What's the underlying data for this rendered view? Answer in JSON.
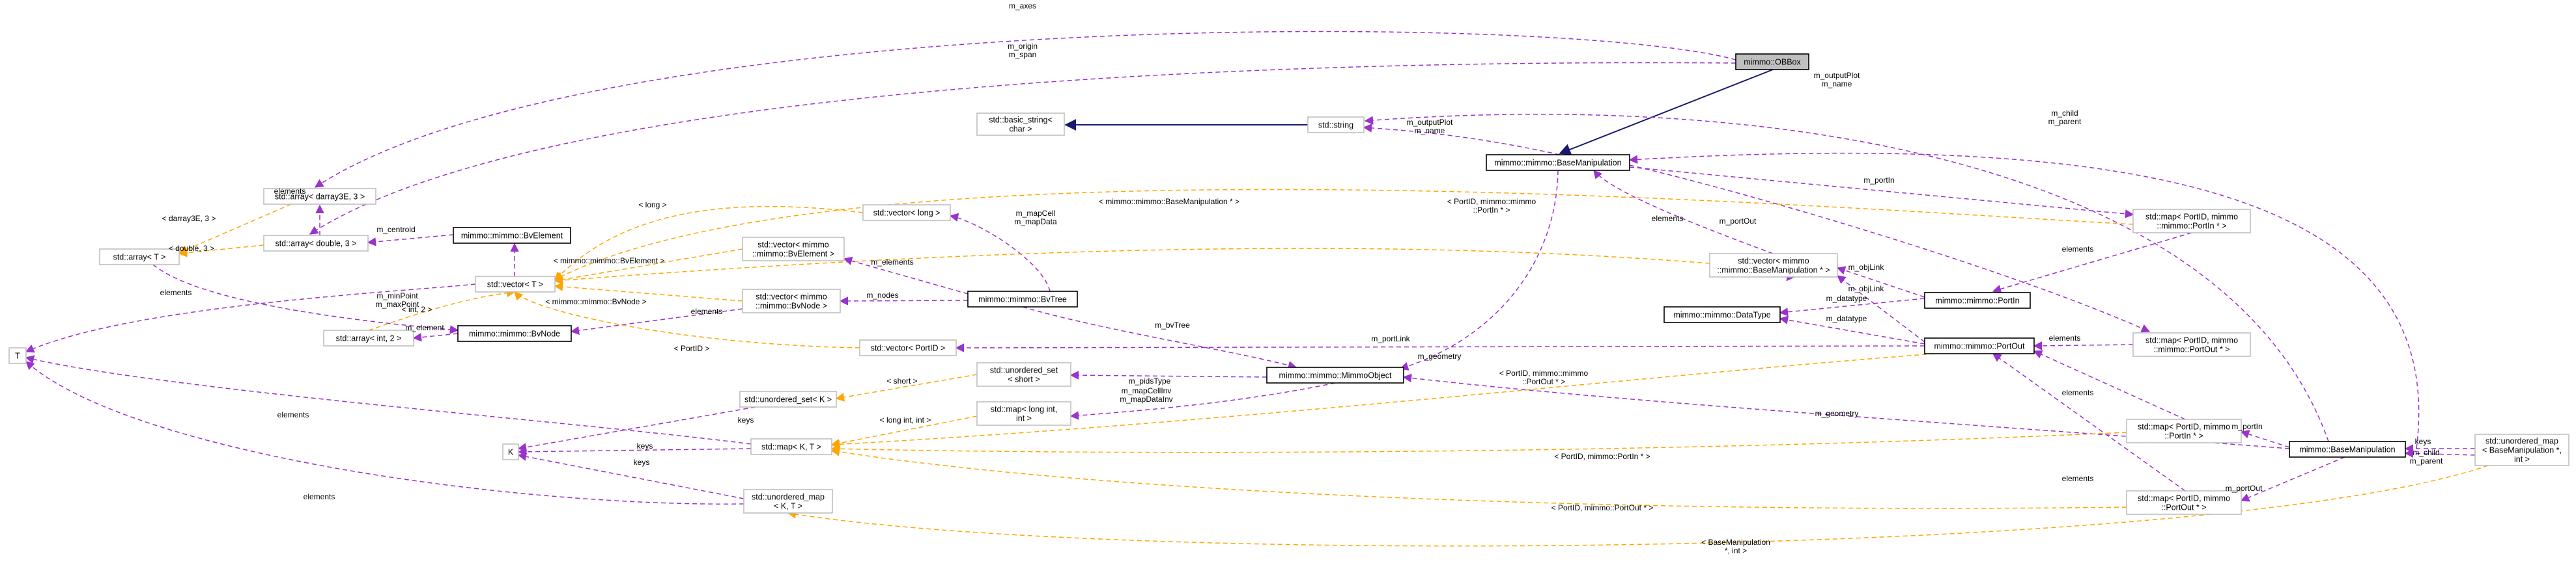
{
  "nodes": {
    "obbox": "mimmo::OBBox",
    "basic_string": [
      "std::basic_string<",
      "char >"
    ],
    "string": "std::string",
    "basemanip": "mimmo::mimmo::BaseManipulation",
    "array_array": "std::array< darray3E, 3 >",
    "array_t": "std::array< T >",
    "array_double": "std::array< double, 3 >",
    "bvelement": "mimmo::mimmo::BvElement",
    "vector_long": "std::vector< long >",
    "vector_bvelement": [
      "std::vector< mimmo",
      "::mimmo::BvElement >"
    ],
    "vector_t": "std::vector< T >",
    "vector_bvnode": [
      "std::vector< mimmo",
      "::mimmo::BvNode >"
    ],
    "bvtree": "mimmo::mimmo::BvTree",
    "array_int": "std::array< int, 2 >",
    "bvnode": "mimmo::mimmo::BvNode",
    "vector_portid": "std::vector< PortID >",
    "t": "T",
    "unordered_set_k": "std::unordered_set< K >",
    "unordered_set_short": [
      "std::unordered_set",
      "< short >"
    ],
    "mimmoobject": "mimmo::mimmo::MimmoObject",
    "map_longint": [
      "std::map< long int,",
      "int >"
    ],
    "k": "K",
    "map_kt": "std::map< K, T >",
    "unordered_map_kt": [
      "std::unordered_map",
      "< K, T >"
    ],
    "map_portin_right": [
      "std::map< PortID, mimmo",
      "::mimmo::PortIn * >"
    ],
    "vector_basemanip": [
      "std::vector< mimmo",
      "::mimmo::BaseManipulation * >"
    ],
    "portin_mm": "mimmo::mimmo::PortIn",
    "datatype": "mimmo::mimmo::DataType",
    "portout_mm": "mimmo::mimmo::PortOut",
    "map_portout_right": [
      "std::map< PortID, mimmo",
      "::mimmo::PortOut * >"
    ],
    "map_portin_low": [
      "std::map< PortID, mimmo",
      "::PortIn * >"
    ],
    "basemanip_short": "mimmo::BaseManipulation",
    "map_portout_low": [
      "std::map< PortID, mimmo",
      "::PortOut * >"
    ],
    "unordered_map_bm": [
      "std::unordered_map",
      "< BaseManipulation *,",
      "int >"
    ]
  },
  "edges": {
    "m_axes": "m_axes",
    "m_origin_span": [
      "m_origin",
      "m_span"
    ],
    "m_outputPlot_name_top": [
      "m_outputPlot",
      "m_name"
    ],
    "m_child_parent_top": [
      "m_child",
      "m_parent"
    ],
    "m_outputPlot_name_mid": [
      "m_outputPlot",
      "m_name"
    ],
    "elements_1": "elements",
    "darray3e_3": "< darray3E, 3 >",
    "double_3": "< double, 3 >",
    "m_centroid": "m_centroid",
    "long_lbl": "< long >",
    "mapcell_data": [
      "m_mapCell",
      "m_mapData"
    ],
    "mimmo_basemanip_tpl": "< mimmo::mimmo::BaseManipulation * >",
    "m_portIn": "m_portIn",
    "portid_portin_tpl": [
      "< PortID, mimmo::mimmo",
      "::PortIn * >"
    ],
    "elements_2": "elements",
    "elements_3": "elements",
    "elements_4": "elements",
    "m_minpoint_maxpoint": [
      "m_minPoint",
      "m_maxPoint"
    ],
    "bvelement_tpl": "< mimmo::mimmo::BvElement >",
    "m_elements_1": "m_elements",
    "m_portOut": "m_portOut",
    "elements_5": "elements",
    "m_objLink_1": "m_objLink",
    "m_objLink_2": "m_objLink",
    "elements_6": "elements",
    "bvnode_tpl": "< mimmo::mimmo::BvNode >",
    "m_nodes": "m_nodes",
    "elements_7": "elements",
    "m_datatype_1": "m_datatype",
    "m_datatype_2": "m_datatype",
    "int_2": "< int, 2 >",
    "m_element": "m_element",
    "m_bvtree": "m_bvTree",
    "portid_lbl": "< PortID >",
    "m_portLink": "m_portLink",
    "elements_8": "elements",
    "m_geometry_1": "m_geometry",
    "short_lbl": "< short >",
    "m_pidstype": "m_pidsType",
    "keys_1": "keys",
    "m_mapcellinv": [
      "m_mapCellInv",
      "m_mapDataInv"
    ],
    "longint_int": "< long int, int >",
    "portid_portout_tpl": [
      "< PortID, mimmo::mimmo",
      "::PortOut * >"
    ],
    "elements_9": "elements",
    "m_geometry_2": "m_geometry",
    "elements_10": "elements",
    "m_portIn_2": "m_portIn",
    "keys_2": "keys",
    "keys_3": "keys",
    "portid_portin_short": "< PortID, mimmo::PortIn * >",
    "elements_11": "elements",
    "m_portOut_2": "m_portOut",
    "portid_portout_short": "< PortID, mimmo::PortOut * >",
    "keys_4": "keys",
    "m_child_parent_low": [
      "m_child",
      "m_parent"
    ],
    "bm_int_tpl": [
      "< BaseManipulation",
      " *, int >"
    ]
  },
  "colors": {
    "inheritance": "#191970",
    "usage": "#9a32cd",
    "template": "#ffa500",
    "focus_fill": "#bfbfbf",
    "faded_border": "#bfbfbf"
  }
}
